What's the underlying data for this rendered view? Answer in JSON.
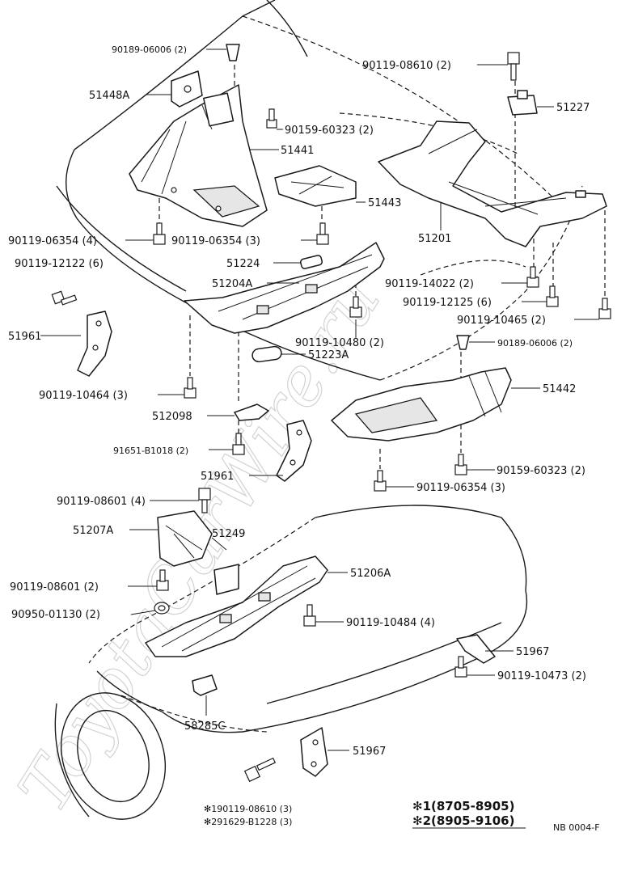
{
  "parts": {
    "p90189_06006_top": "90189-06006 (2)",
    "p51448A": "51448A",
    "p90119_08610": "90119-08610 (2)",
    "p51227": "51227",
    "p90159_60323_top": "90159-60323 (2)",
    "p51441": "51441",
    "p51443": "51443",
    "p51201": "51201",
    "p90119_06354_4": "90119-06354 (4)",
    "p90119_06354_3": "90119-06354 (3)",
    "p90119_12122": "90119-12122 (6)",
    "p51224": "51224",
    "p51204A": "51204A",
    "p90119_14022": "90119-14022 (2)",
    "p90119_12125": "90119-12125 (6)",
    "p90119_10465": "90119-10465 (2)",
    "p51961_left": "51961",
    "p90119_10480": "90119-10480 (2)",
    "p90189_06006_mid": "90189-06006 (2)",
    "p51223A": "51223A",
    "p51442": "51442",
    "p90119_10464": "90119-10464 (3)",
    "p512098": "512098",
    "p91651_B1018": "91651-B1018 (2)",
    "p90159_60323_mid": "90159-60323 (2)",
    "p51961_mid": "51961",
    "p90119_06354_bot": "90119-06354 (3)",
    "p90119_08601_4": "90119-08601 (4)",
    "p51207A": "51207A",
    "p51249": "51249",
    "p51206A": "51206A",
    "p90119_08601_2": "90119-08601 (2)",
    "p90950_01130": "90950-01130 (2)",
    "p90119_10484": "90119-10484 (4)",
    "p51967_right": "51967",
    "p90119_10473": "90119-10473 (2)",
    "p58285C": "58285C",
    "p51967_bot": "51967",
    "p90119_08610_note": "✻190119-08610 (3)",
    "p91629_B1228_note": "✻291629-B1228 (3)"
  },
  "legend": {
    "note1": "✻1(8705-8905)",
    "note2": "✻2(8905-9106)"
  },
  "figure_id": "NB 0004-F",
  "watermark": "ToyotaCarWire.ru"
}
